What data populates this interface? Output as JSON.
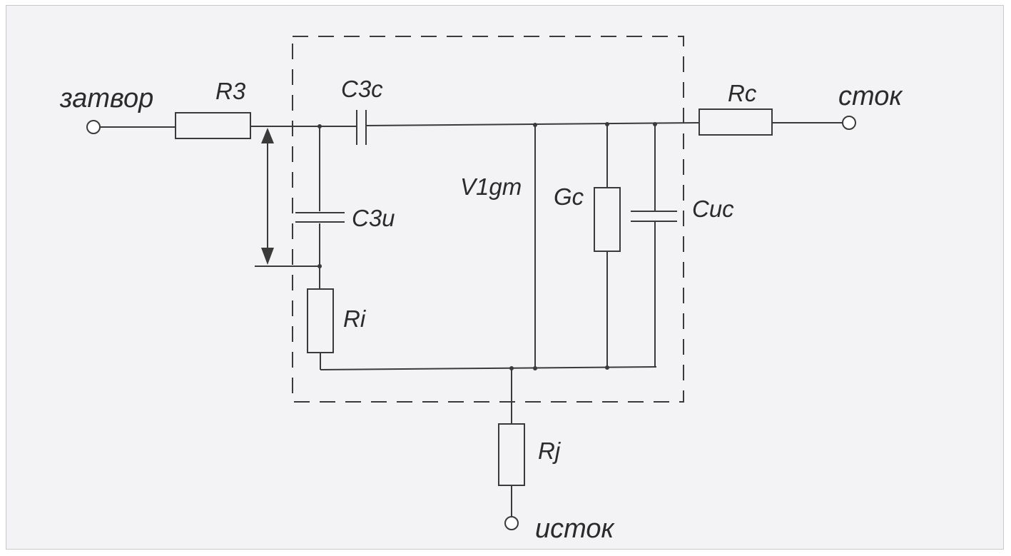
{
  "diagram": {
    "terminals": {
      "gate": "затвор",
      "drain": "сток",
      "source": "исток"
    },
    "components": {
      "r_gate": "R3",
      "c_gate_drain": "C3c",
      "c_gate_source": "C3u",
      "r_i": "Ri",
      "current_source": "V1gm",
      "g_c": "Gc",
      "c_drain_source": "Cuc",
      "r_drain": "Rc",
      "r_source": "Rj"
    }
  }
}
